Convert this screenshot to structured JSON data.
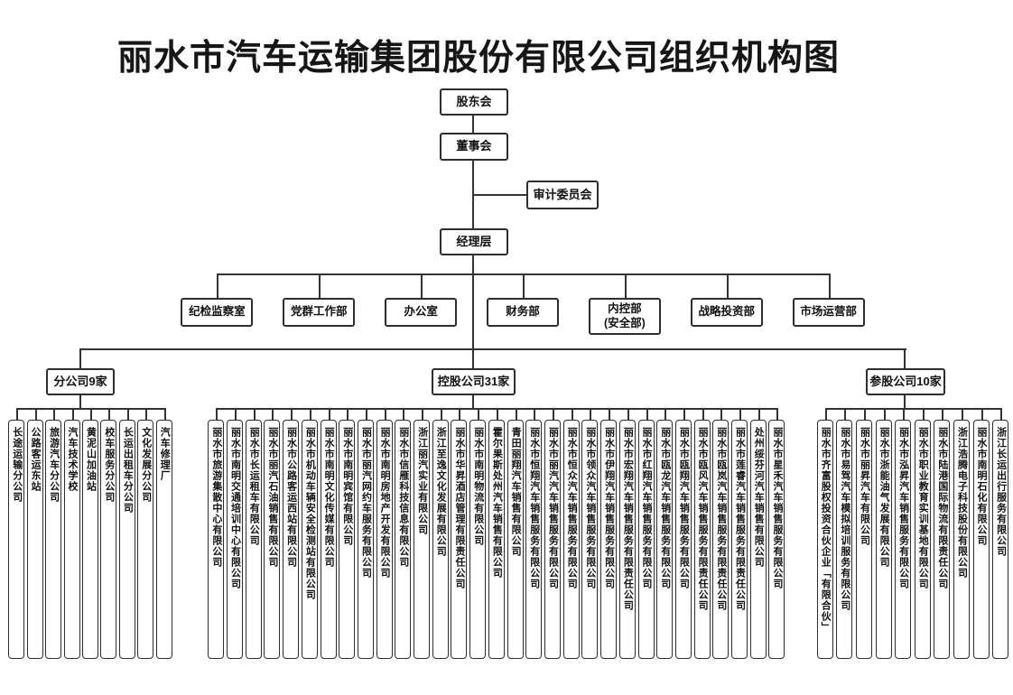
{
  "title": "丽水市汽车运输集团股份有限公司组织机构图",
  "hierarchy": {
    "shareholders": "股东会",
    "board": "董事会",
    "audit_committee": "审计委员会",
    "management": "经理层"
  },
  "departments": [
    "纪检监察室",
    "党群工作部",
    "办公室",
    "财务部",
    "内控部\n(安全部)",
    "战略投资部",
    "市场运营部"
  ],
  "groups": [
    {
      "label": "分公司9家",
      "children": [
        "长途运输分公司",
        "公路客运东站",
        "旅游汽车分公司",
        "汽车技术学校",
        "黄泥山加油站",
        "校车服务分公司",
        "长运出租车分公司",
        "文化发展分公司",
        "汽车修理厂"
      ]
    },
    {
      "label": "控股公司31家",
      "children": [
        "丽水市旅游集散中心有限公司",
        "丽水市南明交通培训中心有限公司",
        "丽水市长运租车有限公司",
        "丽水市丽汽石油销售有限公司",
        "丽水市公路客运西站有限公司",
        "丽水市机动车辆安全检测站有限公司",
        "丽水市南明文化传媒有限公司",
        "丽水市南明宾馆有限公司",
        "丽水市丽汽网约车服务有限公司",
        "丽水市南明房地产开发有限公司",
        "丽水市信雁科技信息有限公司",
        "浙江丽汽实业有限公司",
        "浙江至逸文化发展有限公司",
        "丽水市华昇酒店管理有限责任公司",
        "丽水市南明物流有限公司",
        "霍尔果斯处州汽车销售有限公司",
        "青田丽翔汽车销售有限公司",
        "丽水市恒翔汽车销售服务有限公司",
        "丽水市丽汽汽车销售服务有限公司",
        "丽水市恒众汽车销售服务有限公司",
        "丽水市领众汽车销售服务有限公司",
        "丽水市伊翔汽车销售服务有限公司",
        "丽水市宏翔汽车销售服务有限责任公司",
        "丽水市红翔汽车销售服务有限公司",
        "丽水市瓯龙汽车销售服务有限公司",
        "丽水市瓯翔汽车销售服务有限公司",
        "丽水市瓯风汽车销售服务有限责任公司",
        "丽水市瓯岚汽车销售服务有限责任公司",
        "丽水市莲睿汽车销售服务有限责任公司",
        "处州绥芬河汽车销售有限公司",
        "丽水市星禾汽车销售服务有限公司"
      ]
    },
    {
      "label": "参股公司10家",
      "children": [
        "丽水市齐富股权投资合伙企业「有限合伙」",
        "丽水市易驾汽车模拟培训服务有限公司",
        "丽水市丽昇汽车有限公司",
        "丽水市浙能油气发展有限公司",
        "丽水市泓昇汽车销售服务有限公司",
        "丽水市职业教育实训基地有限公司",
        "丽水市陆港国际物流有限责任公司",
        "浙江浩腾电子科技股份有限公司",
        "丽水市南明石化有限公司",
        "浙江长运出行服务有限公司"
      ]
    }
  ],
  "colors": {
    "line": "#333333",
    "border": "#2e2e2e",
    "text": "#111111",
    "bg": "#ffffff"
  }
}
